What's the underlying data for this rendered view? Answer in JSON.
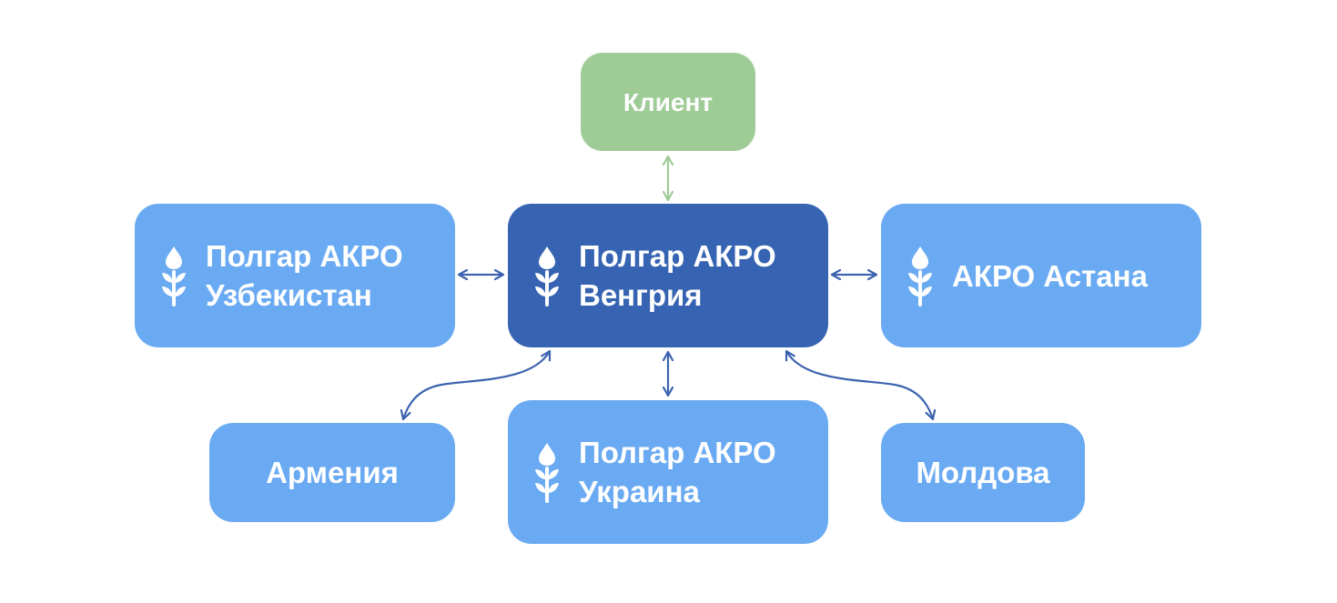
{
  "nodes": {
    "client": {
      "label": "Клиент"
    },
    "hungary": {
      "line1": "Полгар АКРО",
      "line2": "Венгрия"
    },
    "uzbekistan": {
      "line1": "Полгар АКРО",
      "line2": "Узбекистан"
    },
    "astana": {
      "label": "АКРО Астана"
    },
    "armenia": {
      "label": "Армения"
    },
    "ukraine": {
      "line1": "Полгар АКРО",
      "line2": "Украина"
    },
    "moldova": {
      "label": "Молдова"
    }
  },
  "colors": {
    "light_node": "#6aaaf2",
    "dark_node": "#3664b2",
    "client_node": "#9ecb96",
    "arrow": "#3c63b0",
    "client_arrow": "#9ecb96",
    "text": "#ffffff"
  },
  "icons": {
    "brand": "wheat-sprout-icon"
  }
}
